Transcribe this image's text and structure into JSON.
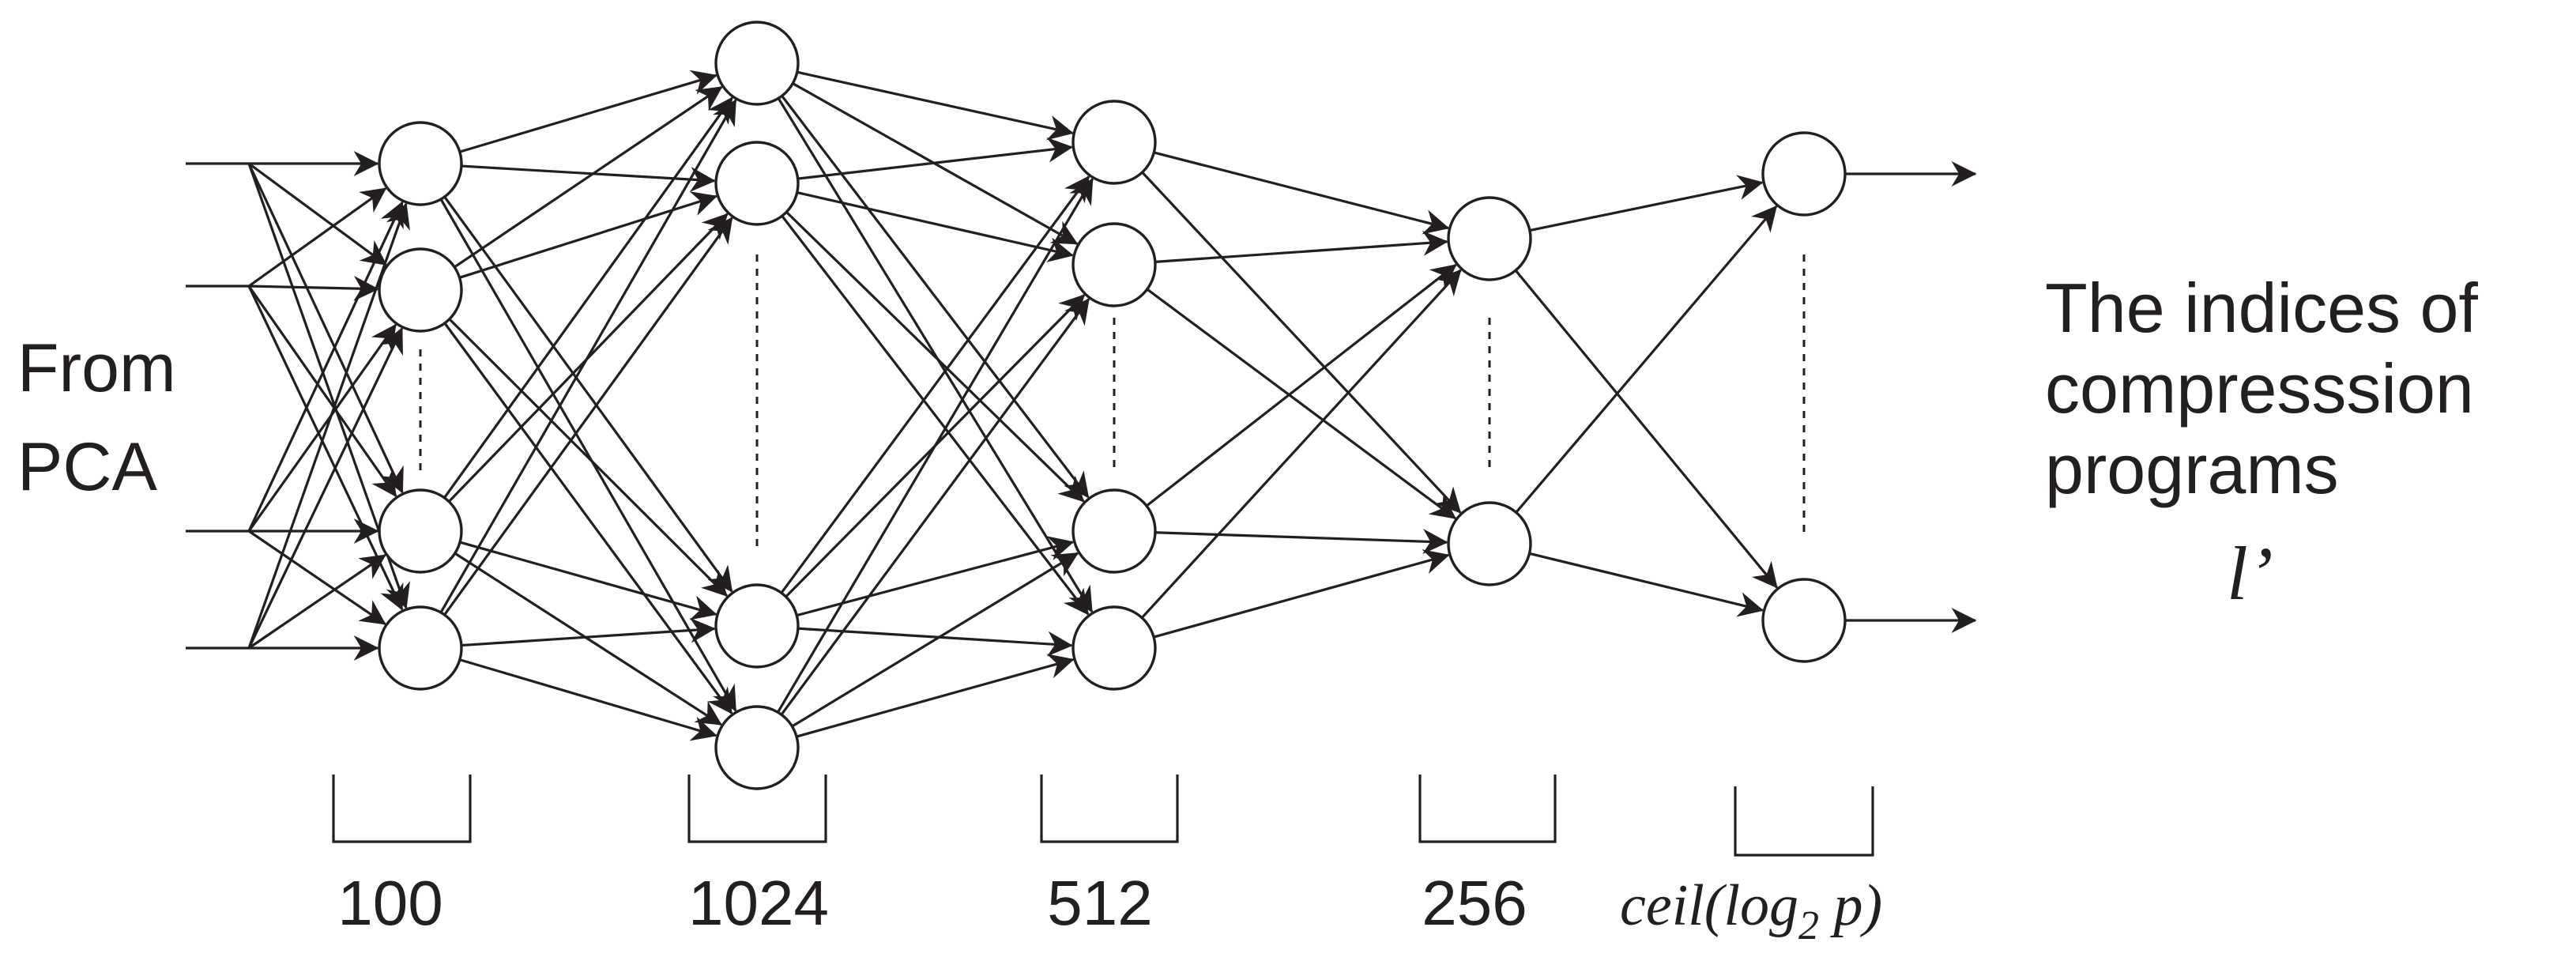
{
  "input": {
    "line1": "From",
    "line2": "PCA"
  },
  "output": {
    "line1": "The indices of",
    "line2": "compresssion",
    "line3": "programs",
    "symbol": "l’"
  },
  "layers": [
    {
      "label": "100"
    },
    {
      "label": "1024"
    },
    {
      "label": "512"
    },
    {
      "label": "256"
    },
    {
      "label_prefix": "ceil(log",
      "label_sub": "2",
      "label_suffix": " p)"
    }
  ],
  "colors": {
    "stroke": "#231f20",
    "background": "#ffffff"
  }
}
